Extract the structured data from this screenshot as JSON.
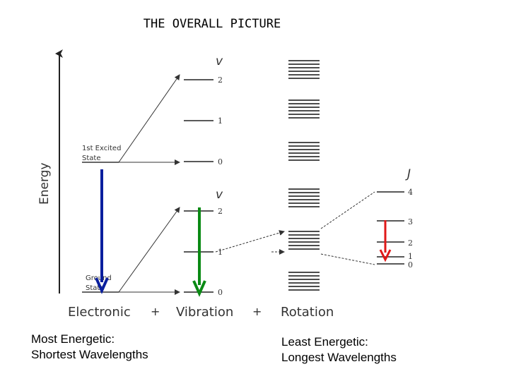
{
  "title": "THE OVERALL PICTURE",
  "energy_axis_label": "Energy",
  "excited_state_label_line1": "1st Excited",
  "excited_state_label_line2": "State",
  "ground_state_label_line1": "Ground",
  "ground_state_label_line2": "State",
  "upper_vib_symbol": "v",
  "lower_vib_symbol": "v",
  "rot_symbol": "J",
  "upper_vib_levels": [
    "2",
    "1",
    "0"
  ],
  "lower_vib_levels": [
    "2",
    "1",
    "0"
  ],
  "rot_levels": [
    "4",
    "3",
    "2",
    "1",
    "0"
  ],
  "bottom_labels": {
    "electronic": "Electronic",
    "plus1": "+",
    "vibration": "Vibration",
    "plus2": "+",
    "rotation": "Rotation"
  },
  "captions": {
    "left_line1": "Most Energetic:",
    "left_line2": "Shortest Wavelengths",
    "right_line1": "Least Energetic:",
    "right_line2": "Longest Wavelengths"
  },
  "colors": {
    "electronic_arrow": "#0a1f9e",
    "vibration_arrow": "#0a8a14",
    "rotation_arrow": "#e01818"
  }
}
